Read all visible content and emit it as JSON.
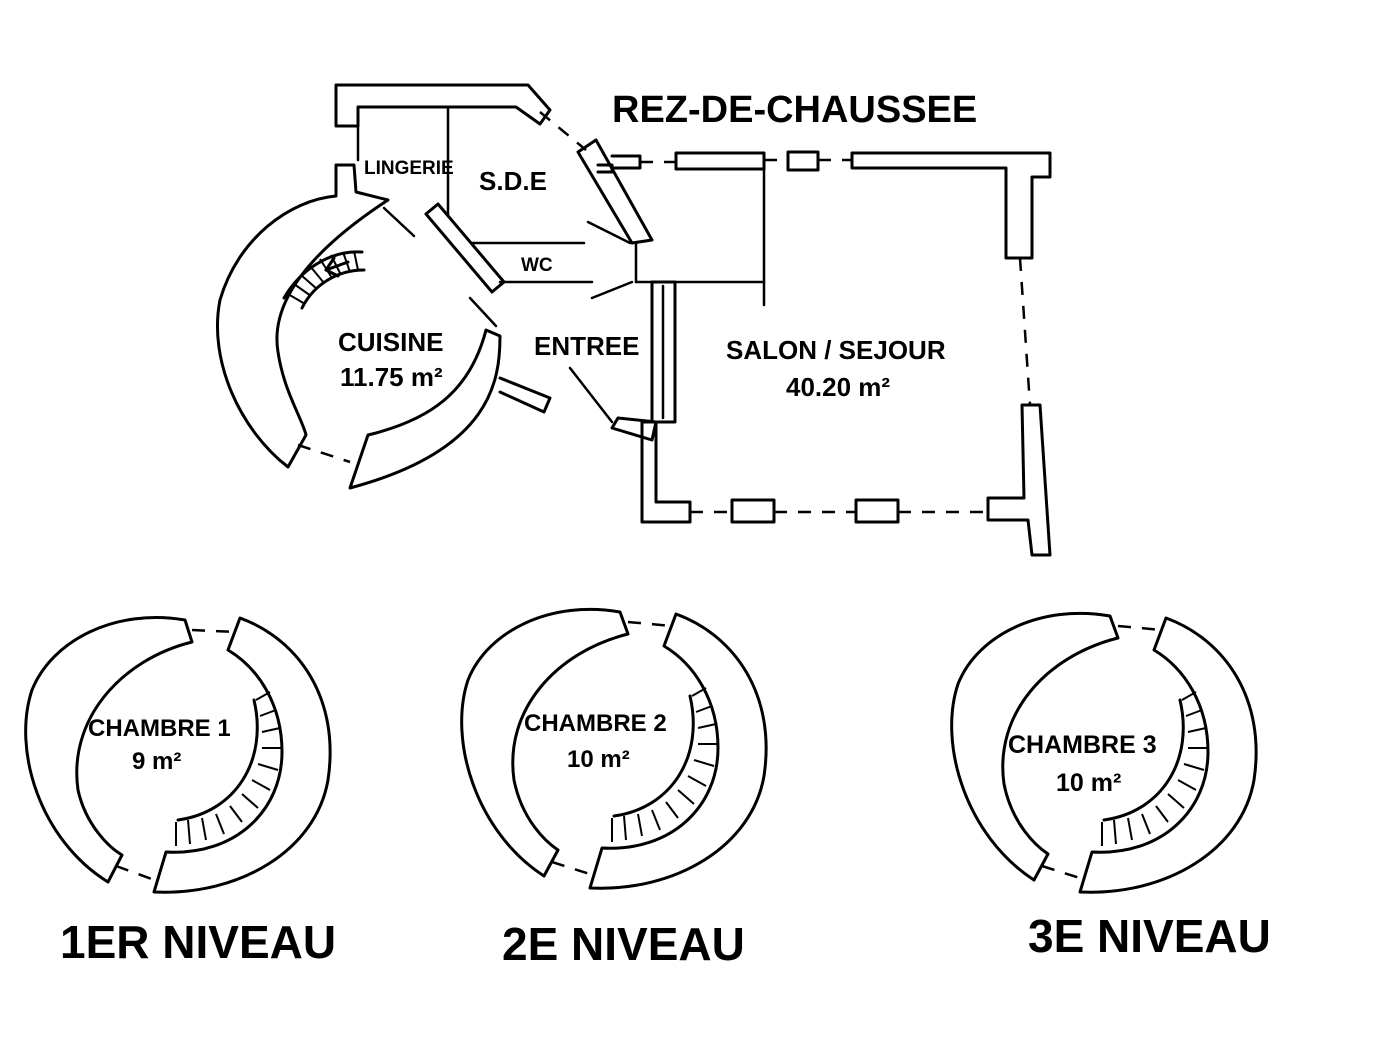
{
  "ground_floor": {
    "title": "REZ-DE-CHAUSSEE",
    "rooms": {
      "lingerie": "LINGERIE",
      "sde": "S.D.E",
      "wc": "WC",
      "cuisine": "CUISINE",
      "cuisine_area": "11.75 m²",
      "entree": "ENTREE",
      "salon": "SALON / SEJOUR",
      "salon_area": "40.20 m²"
    }
  },
  "levels": [
    {
      "title": "1ER NIVEAU",
      "room": "CHAMBRE 1",
      "area": "9 m²"
    },
    {
      "title": "2E NIVEAU",
      "room": "CHAMBRE 2",
      "area": "10 m²"
    },
    {
      "title": "3E NIVEAU",
      "room": "CHAMBRE 3",
      "area": "10 m²"
    }
  ]
}
